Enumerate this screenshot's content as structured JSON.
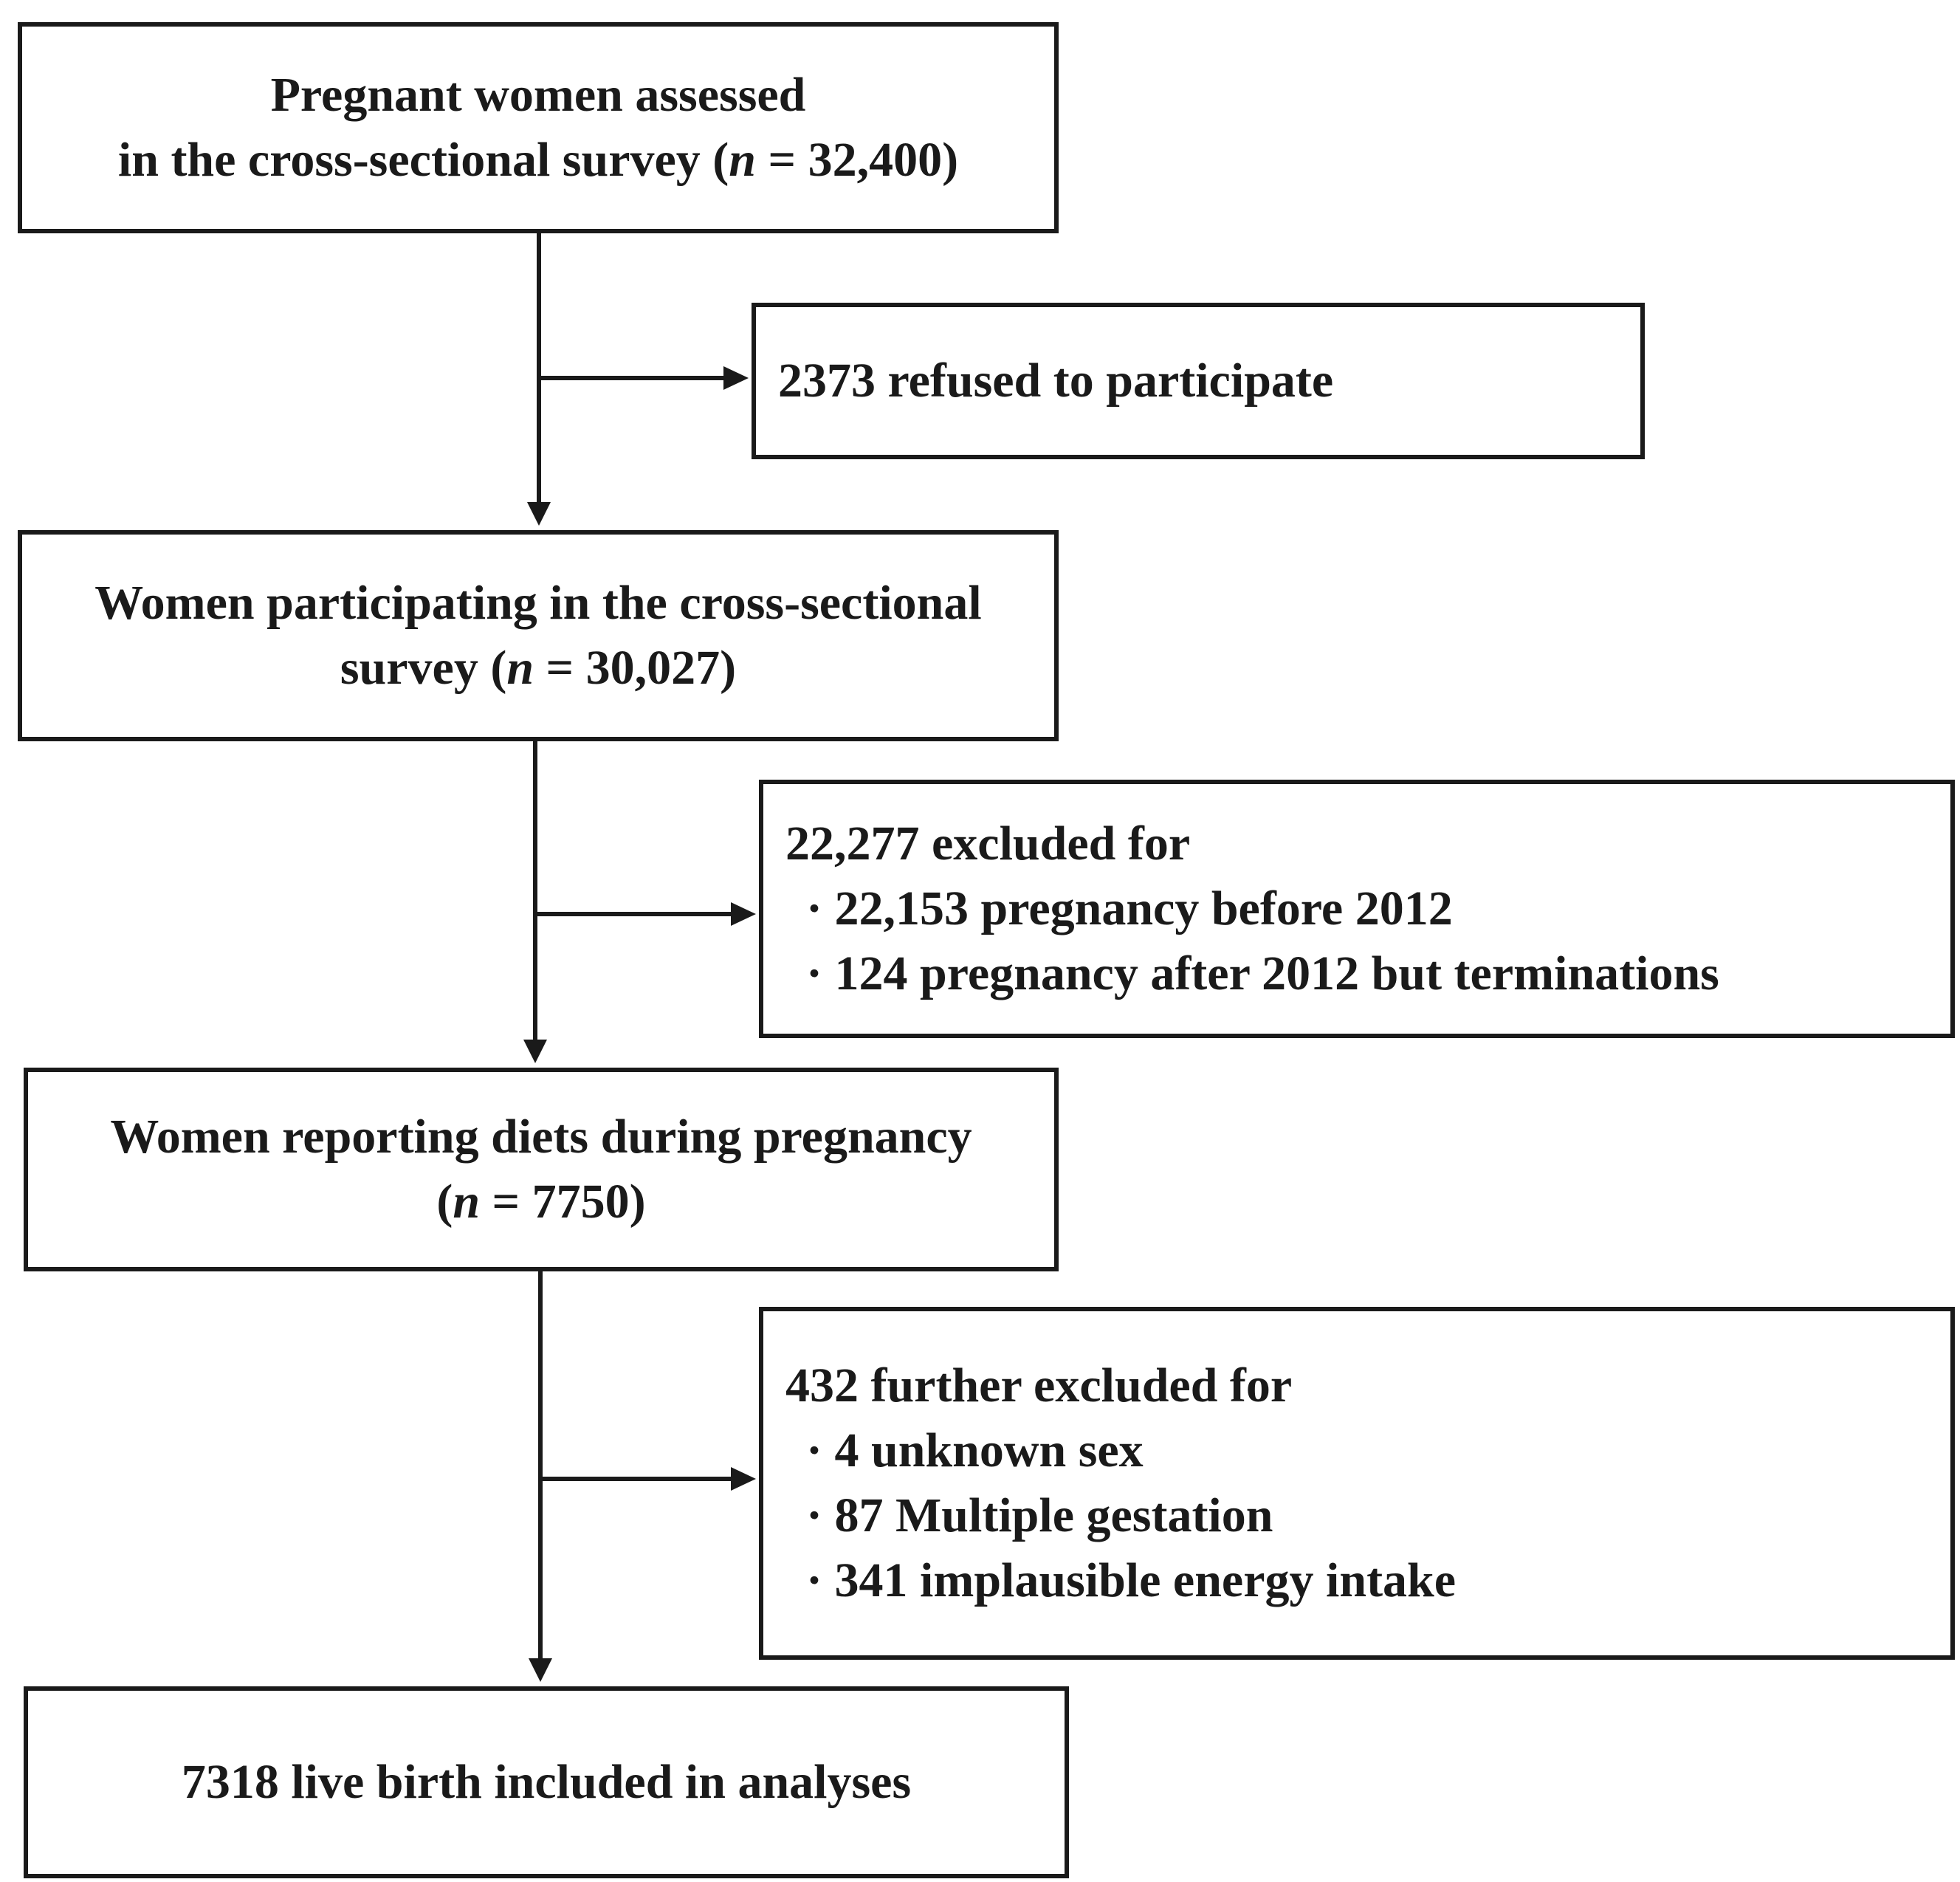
{
  "boxes": {
    "assessed": {
      "line1": "Pregnant women assessed",
      "line2_pre": "in the cross-sectional survey (",
      "n_symbol": "n",
      "line2_post": " = 32,400)"
    },
    "refused": {
      "text": "2373 refused to participate"
    },
    "participating": {
      "line1": "Women participating in the cross-sectional",
      "line2_pre": "survey (",
      "n_symbol": "n",
      "line2_post": " = 30,027)"
    },
    "excluded_1": {
      "heading": "22,277 excluded for",
      "items": [
        "· 22,153 pregnancy before 2012",
        "· 124 pregnancy after 2012 but terminations"
      ]
    },
    "diet": {
      "line1": "Women reporting diets during pregnancy",
      "line2_pre": "(",
      "n_symbol": "n",
      "line2_post": " = 7750)"
    },
    "excluded_2": {
      "heading": "432 further excluded for",
      "items": [
        "· 4 unknown sex",
        "· 87 Multiple gestation",
        "· 341 implausible energy intake"
      ]
    },
    "included": {
      "text": "7318 live birth included in analyses"
    }
  },
  "colors": {
    "line": "#1a1a1a",
    "background": "#ffffff"
  }
}
